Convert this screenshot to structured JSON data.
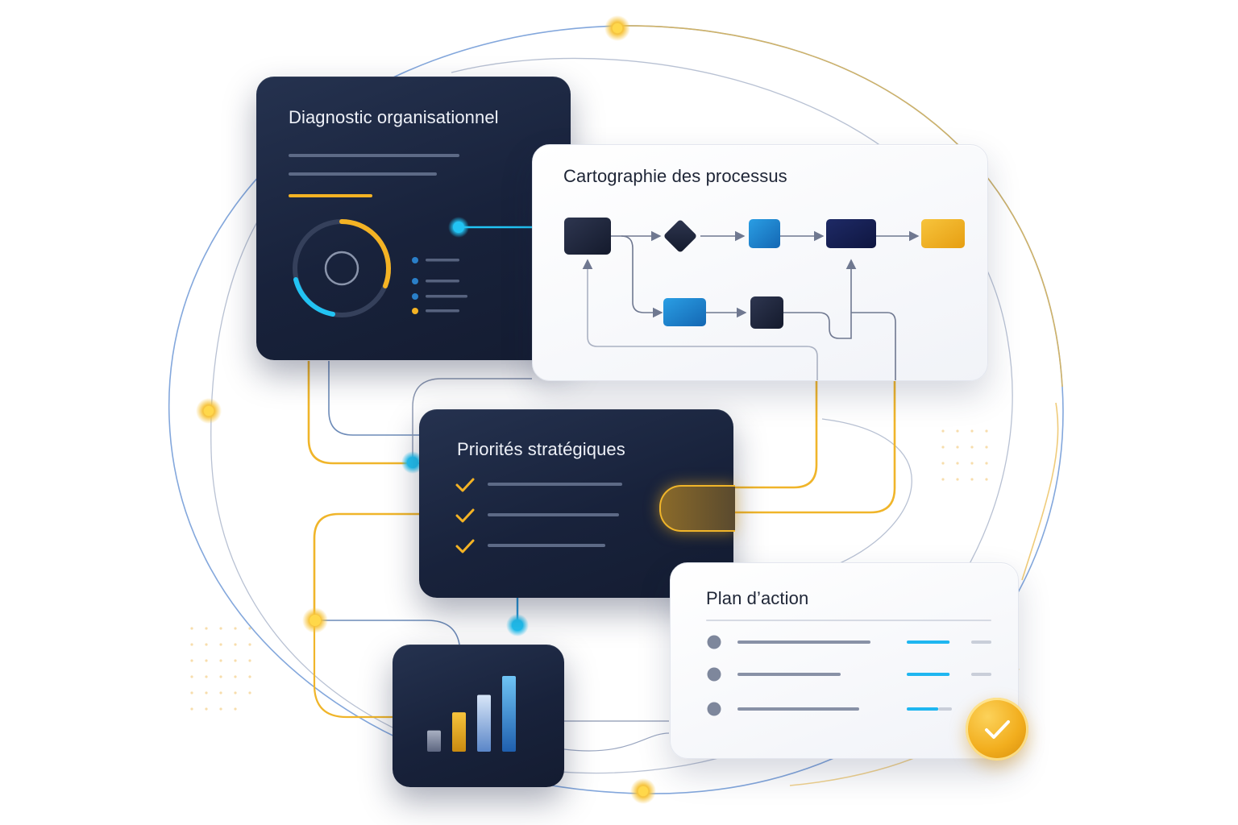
{
  "cards": {
    "diagnostic": {
      "title": "Diagnostic organisationnel"
    },
    "process_map": {
      "title": "Cartographie des processus"
    },
    "priorities": {
      "title": "Priorités stratégiques"
    },
    "action_plan": {
      "title": "Plan d’action"
    }
  },
  "colors": {
    "navy": "#18223b",
    "gold": "#f4b324",
    "cyan": "#1fb6f0",
    "blue": "#2a7fc8",
    "grey_line": "#8a93a8"
  },
  "icons": {
    "donut": "donut-chart-icon",
    "check": "checkmark-icon",
    "bar_chart": "bar-chart-icon",
    "confirm": "check-circle-icon"
  },
  "bar_chart_levels": [
    0.28,
    0.52,
    0.75,
    1.0
  ],
  "action_progress": [
    0.95,
    0.95,
    0.7
  ]
}
